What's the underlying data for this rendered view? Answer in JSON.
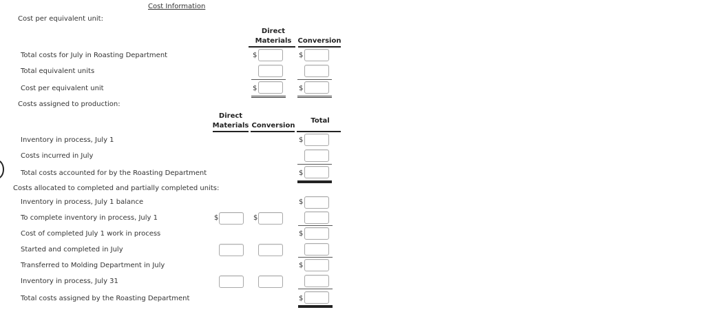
{
  "header": {
    "link_label": "Cost Information",
    "section_title": "Cost per equivalent unit:"
  },
  "cpeu_table": {
    "columns": [
      {
        "line1": "Direct",
        "line2": "Materials"
      },
      {
        "line1": "",
        "line2": "Conversion"
      }
    ],
    "rows": [
      {
        "label": "Total costs for July in Roasting Department",
        "currency": "$",
        "dm_value": "",
        "conv_value": ""
      },
      {
        "label": "Total equivalent units",
        "currency": "",
        "dm_value": "",
        "conv_value": ""
      },
      {
        "label": "Cost per equivalent unit",
        "currency": "$",
        "dm_value": "",
        "conv_value": ""
      }
    ]
  },
  "assigned": {
    "section_title": "Costs assigned to production:",
    "columns": [
      {
        "line1": "Direct",
        "line2": "Materials"
      },
      {
        "line1": "",
        "line2": "Conversion"
      },
      {
        "line1": "",
        "line2": "Total"
      }
    ],
    "rows": [
      {
        "label": "Inventory in process, July 1",
        "currency": "$",
        "total_value": ""
      },
      {
        "label": "Costs incurred in July",
        "currency": "",
        "total_value": ""
      },
      {
        "label": "Total costs accounted for by the Roasting Department",
        "currency": "$",
        "total_value": ""
      }
    ],
    "allocation_title": "Costs allocated to completed and partially completed units:",
    "allocation_rows": [
      {
        "label": "Inventory in process, July 1 balance",
        "total_value": ""
      },
      {
        "label": "To complete inventory in process, July 1",
        "dm_value": "",
        "conv_value": "",
        "total_value": ""
      },
      {
        "label": "Cost of completed July 1 work in process",
        "total_value": ""
      },
      {
        "label": "Started and completed in July",
        "dm_value": "",
        "conv_value": "",
        "total_value": ""
      },
      {
        "label": "Transferred to Molding Department in July",
        "total_value": ""
      },
      {
        "label": "Inventory in process, July 31",
        "dm_value": "",
        "conv_value": "",
        "total_value": ""
      },
      {
        "label": "Total costs assigned by the Roasting Department",
        "total_value": ""
      }
    ]
  },
  "currency_symbol": "$"
}
